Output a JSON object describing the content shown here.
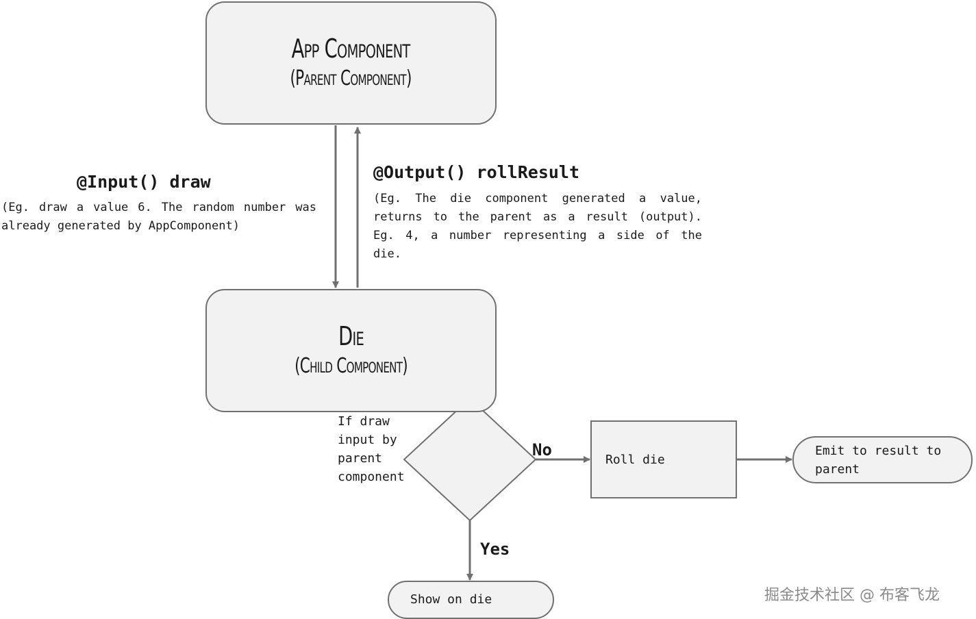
{
  "parent_box": {
    "title": "App Component",
    "subtitle": "(Parent Component)"
  },
  "child_box": {
    "title": "Die",
    "subtitle": "(Child Component)"
  },
  "input_label": {
    "heading": "@Input() draw",
    "description": "(Eg. draw a value 6. The random number was already generated by AppComponent)"
  },
  "output_label": {
    "heading": "@Output() rollResult",
    "description": "(Eg. The die component generated a value, returns to the parent as a result (output). Eg. 4, a number representing a side of the die."
  },
  "decision": {
    "text": "If draw input by parent component"
  },
  "edges": {
    "no_label": "No",
    "yes_label": "Yes"
  },
  "process_roll": {
    "text": "Roll die"
  },
  "terminal_emit": {
    "text": "Emit to result to parent"
  },
  "terminal_show": {
    "text": "Show on die"
  },
  "watermark": "掘金技术社区 @ 布客飞龙",
  "colors": {
    "box_fill": "#f2f2f2",
    "stroke": "#707070",
    "text": "#1a1a1a"
  }
}
